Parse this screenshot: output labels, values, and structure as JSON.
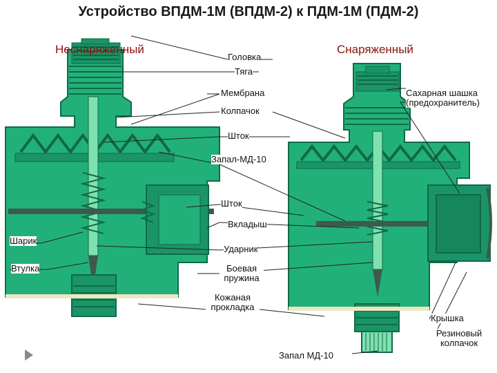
{
  "title": "Устройство ВПДМ-1М (ВПДМ-2) к ПДМ-1М (ПДМ-2)",
  "states": {
    "unarmed": "Неснаряженный",
    "armed": "Снаряженный"
  },
  "labels": {
    "golovka": "Головка",
    "tyaga": "Тяга",
    "membrana": "Мембрана",
    "kolpachok": "Колпачок",
    "shtok_top": "Шток",
    "zapal_md10": "Запал-МД-10",
    "shtok_mid": "Шток",
    "vkladysh": "Вкладыш",
    "sharik": "Шарик",
    "udarnik": "Ударник",
    "vtulka": "Втулка",
    "boevaya_1": "Боевая",
    "boevaya_2": "пружина",
    "kozhanaya_1": "Кожаная",
    "kozhanaya_2": "прокладка",
    "sakharnaya_1": "Сахарная шашка",
    "sakharnaya_2": "(предохранитель)",
    "kryshka": "Крышка",
    "rezinovy_1": "Резиновый",
    "rezinovy_2": "колпачок",
    "zapal_bottom": "Запал МД-10"
  },
  "colors": {
    "body_green": "#22b07a",
    "dark_green": "#0f6a44",
    "light_green": "#7fe0b0",
    "steel": "#3d5a4e",
    "cream": "#efe6c2",
    "line": "#222222",
    "title_text": "#1a1a1a",
    "state_text": "#8b1010"
  },
  "nav_icon": "arrow-right-icon"
}
